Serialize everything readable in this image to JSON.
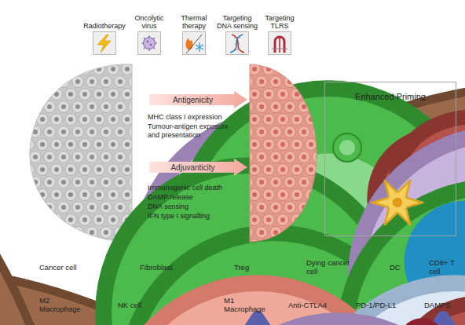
{
  "diagram": {
    "nodes": [
      {
        "text": [
          "Radiotherapy"
        ]
      },
      {
        "text": [
          "Oncolytic virus"
        ]
      },
      {
        "text": [
          "Thermal therapy"
        ]
      },
      {
        "text": [
          "Targeting DNA sensing"
        ]
      },
      {
        "text": [
          "Targeting TLRS"
        ]
      },
      {
        "text": [
          "Antigenicity"
        ]
      },
      {
        "text": [
          "Adjuvanticity"
        ]
      },
      {
        "text": [
          "Enhanced Priming"
        ]
      }
    ],
    "labels": [
      "MHC class I expression",
      "Tumour-antigen exposure and presentation",
      "Immunogenic cell death",
      "DAMP release",
      "DNA sensing",
      "IFN type I signalling"
    ],
    "legend": [
      {
        "text": "Cancer cell"
      },
      {
        "text": "Fibroblast"
      },
      {
        "text": "Treg"
      },
      {
        "text": "Dying cancer cell"
      },
      {
        "text": "DC"
      },
      {
        "text": "CD8+ T cell"
      },
      {
        "text": "M2 Macrophage"
      },
      {
        "text": "NK cell"
      },
      {
        "text": "M1 Macrophage"
      },
      {
        "text": "Anti-CTLA4"
      },
      {
        "text": "PD-1/PD-L1"
      },
      {
        "text": "DAMPS"
      }
    ]
  }
}
